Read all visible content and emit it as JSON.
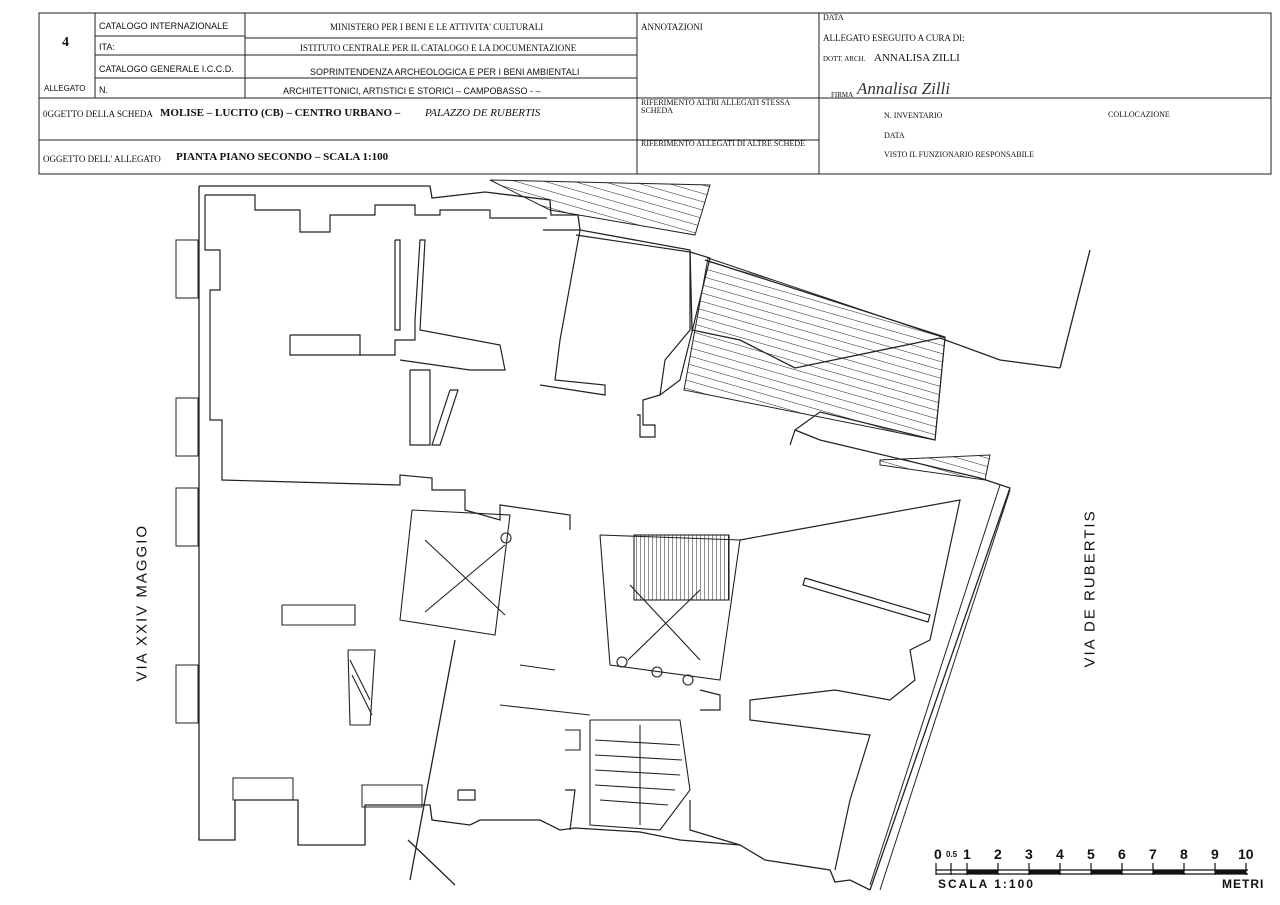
{
  "header": {
    "allegato_number": "4",
    "allegato_label": "ALLEGATO",
    "catalogo_internazionale": "CATALOGO INTERNAZIONALE",
    "ita_label": "ITA:",
    "catalogo_generale": "CATALOGO GENERALE  I.C.C.D.",
    "n_label": "N.",
    "ministero": "MINISTERO PER I BENI E LE ATTIVITA' CULTURALI",
    "istituto": "ISTITUTO CENTRALE PER IL CATALOGO E LA DOCUMENTAZIONE",
    "soprintendenza": "SOPRINTENDENZA ARCHEOLOGICA E PER I BENI AMBIENTALI",
    "architettonici": "ARCHITETTONICI, ARTISTICI E STORICI – CAMPOBASSO - –",
    "annotazioni": "ANNOTAZIONI",
    "data_label": "DATA",
    "allegato_eseguito": "ALLEGATO ESEGUITO A CURA DI:",
    "dott_arch": "DOTT. ARCH.",
    "author": "ANNALISA ZILLI",
    "firma_label": "FIRMA",
    "signature": "Annalisa Zilli",
    "oggetto_scheda_label": "0GGETTO DELLA SCHEDA",
    "oggetto_scheda_value": "MOLISE – LUCITO (CB) – CENTRO URBANO –",
    "palazzo": "PALAZZO DE RUBERTIS",
    "riferimento_altri": "RIFERIMENTO ALTRI ALLEGATI STESSA SCHEDA",
    "n_inventario": "N. INVENTARIO",
    "collocazione": "COLLOCAZIONE",
    "data_label_2": "DATA",
    "oggetto_allegato_label": "OGGETTO DELL' ALLEGATO",
    "oggetto_allegato_value": "PIANTA PIANO SECONDO – SCALA 1:100",
    "riferimento_schede": "RIFERIMENTO ALLEGATI DI ALTRE SCHEDE",
    "visto": "VISTO IL FUNZIONARIO RESPONSABILE"
  },
  "plan": {
    "street_left": "VIA XXIV MAGGIO",
    "street_right": "VIA DE RUBERTIS"
  },
  "scale": {
    "ticks": [
      "0",
      "0.5",
      "1",
      "2",
      "3",
      "4",
      "5",
      "6",
      "7",
      "8",
      "9",
      "10"
    ],
    "label": "SCALA  1:100",
    "unit": "METRI"
  }
}
